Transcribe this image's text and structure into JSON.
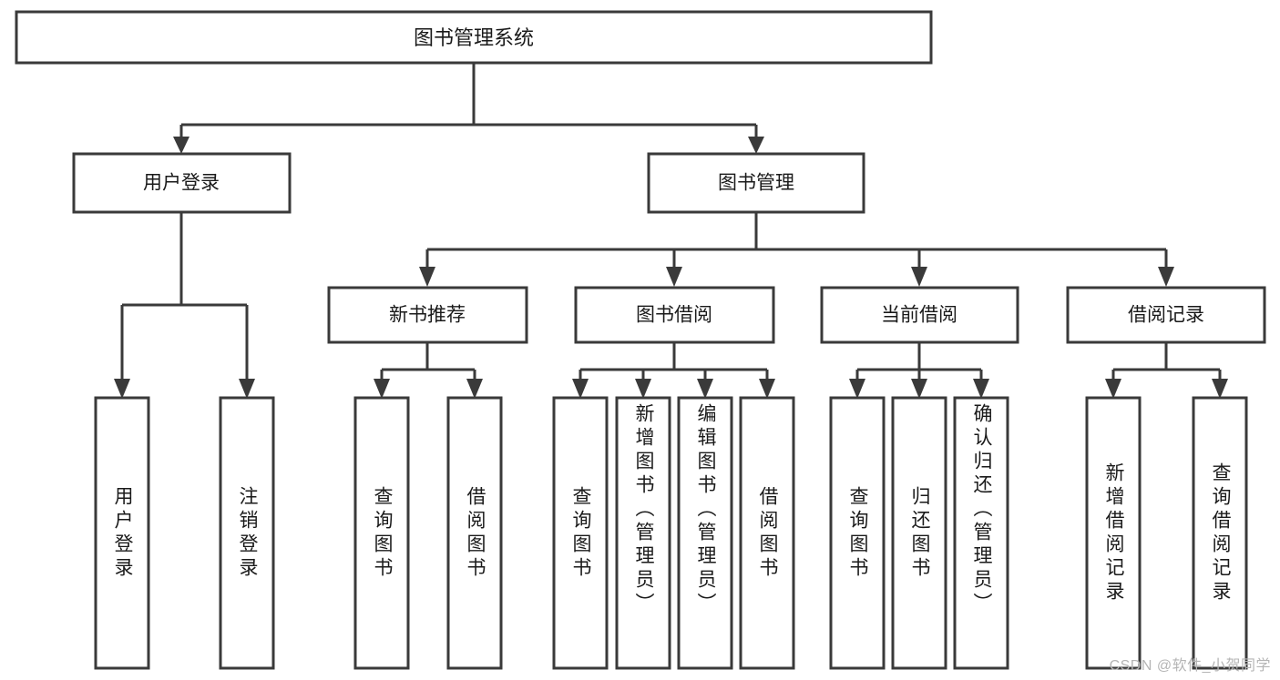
{
  "diagram": {
    "type": "tree",
    "title": "图书管理系统",
    "watermark": "CSDN @软件_小贺同学",
    "colors": {
      "stroke": "#3a3a3a",
      "box_fill": "#ffffff",
      "text": "#1a1a1a",
      "background": "#ffffff",
      "watermark": "#b5b5b5"
    },
    "root": {
      "label": "图书管理系统"
    },
    "level2": [
      {
        "label": "用户登录"
      },
      {
        "label": "图书管理"
      }
    ],
    "level3": [
      {
        "label": "新书推荐"
      },
      {
        "label": "图书借阅"
      },
      {
        "label": "当前借阅"
      },
      {
        "label": "借阅记录"
      }
    ],
    "leaves": {
      "user_login": [
        {
          "label": "用户登录"
        },
        {
          "label": "注销登录"
        }
      ],
      "new_book_recommend": [
        {
          "label": "查询图书"
        },
        {
          "label": "借阅图书"
        }
      ],
      "book_borrow": [
        {
          "label": "查询图书"
        },
        {
          "label": "新增图书（管理员）"
        },
        {
          "label": "编辑图书（管理员）"
        },
        {
          "label": "借阅图书"
        }
      ],
      "current_borrow": [
        {
          "label": "查询图书"
        },
        {
          "label": "归还图书"
        },
        {
          "label": "确认归还（管理员）"
        }
      ],
      "borrow_record": [
        {
          "label": "新增借阅记录"
        },
        {
          "label": "查询借阅记录"
        }
      ]
    }
  }
}
